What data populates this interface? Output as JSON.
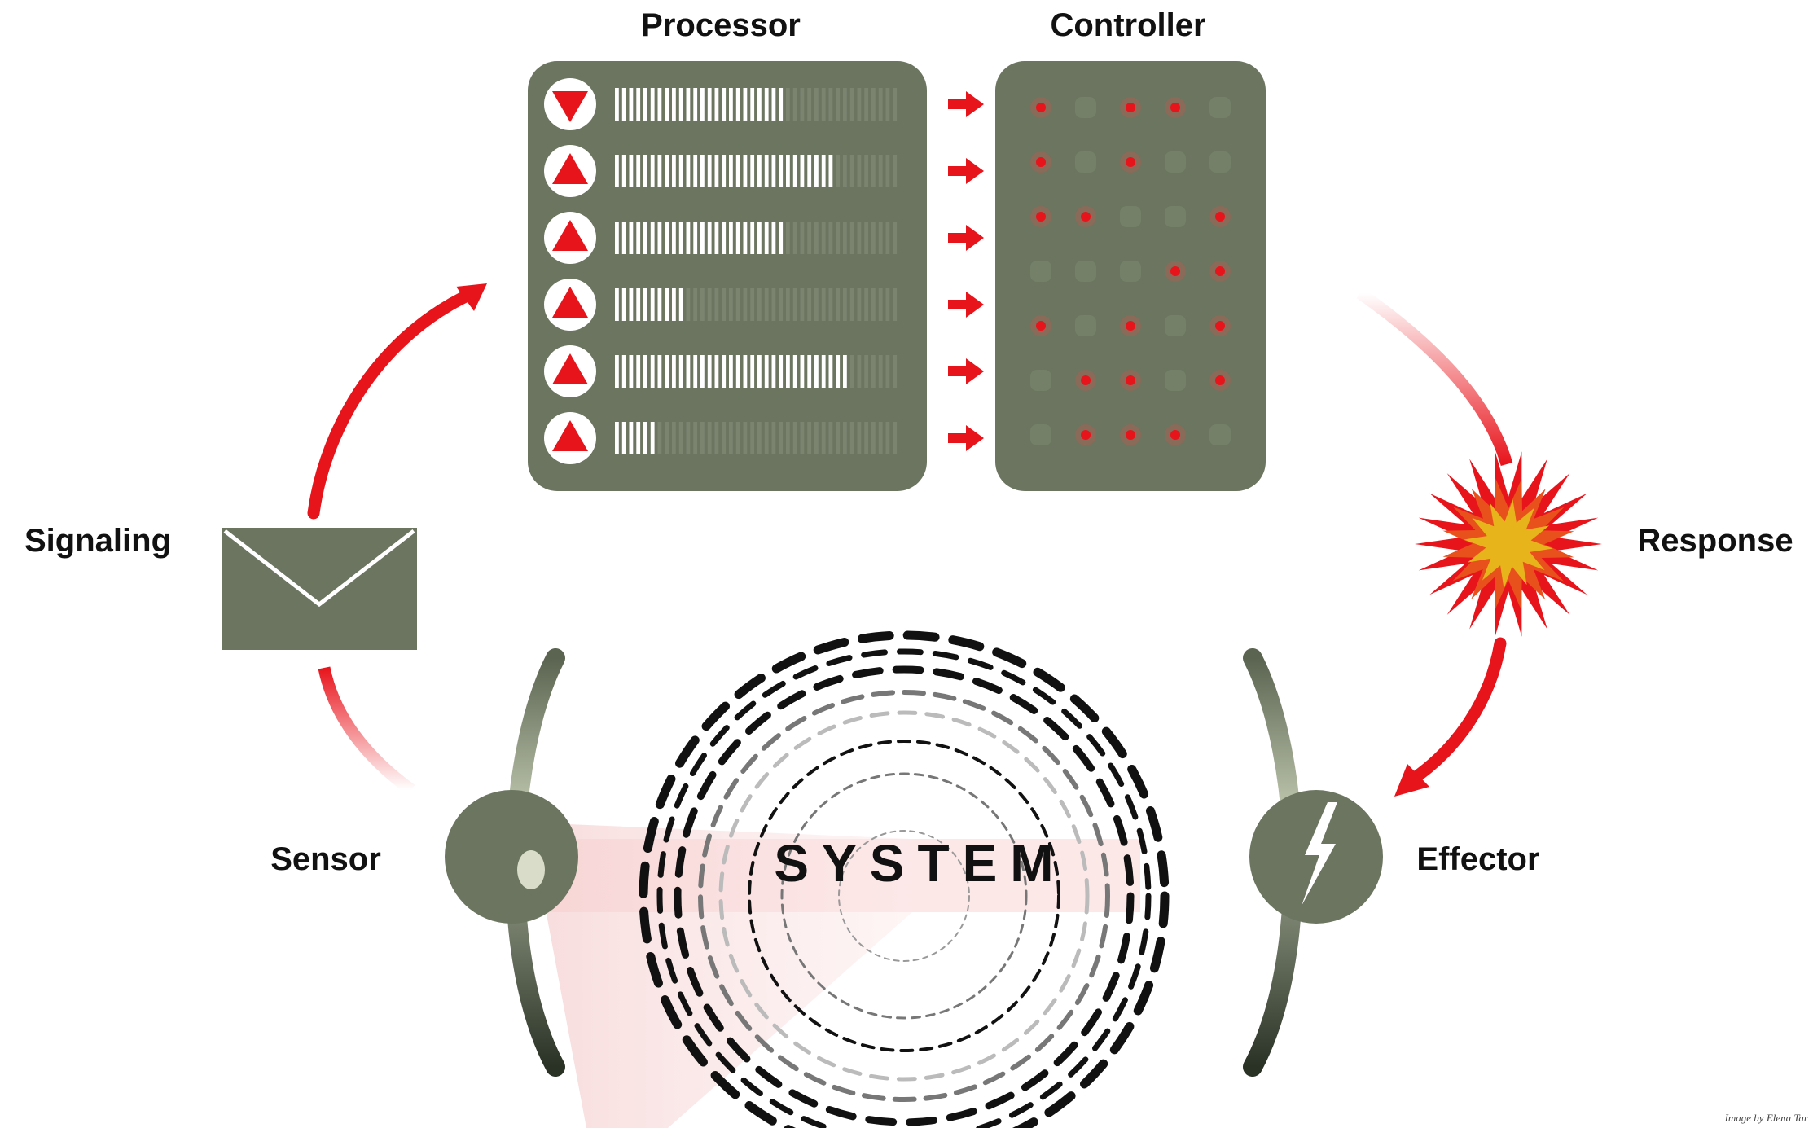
{
  "labels": {
    "processor": "Processor",
    "controller": "Controller",
    "signaling": "Signaling",
    "response": "Response",
    "sensor": "Sensor",
    "effector": "Effector",
    "system": "SYSTEM"
  },
  "credit": "Image by Elena Tar",
  "processor_rows": [
    {
      "fill": 0.6,
      "symbol": "down-triangle-icon"
    },
    {
      "fill": 0.78,
      "symbol": "up-triangle-icon"
    },
    {
      "fill": 0.6,
      "symbol": "up-triangle-icon"
    },
    {
      "fill": 0.24,
      "symbol": "up-triangle-icon"
    },
    {
      "fill": 0.83,
      "symbol": "up-triangle-icon"
    },
    {
      "fill": 0.16,
      "symbol": "up-triangle-icon"
    }
  ],
  "controller_grid": [
    [
      1,
      0,
      1,
      1,
      0
    ],
    [
      1,
      0,
      1,
      0,
      0
    ],
    [
      1,
      1,
      0,
      0,
      1
    ],
    [
      0,
      0,
      0,
      1,
      1
    ],
    [
      1,
      0,
      1,
      0,
      1
    ],
    [
      0,
      1,
      1,
      0,
      1
    ],
    [
      0,
      1,
      1,
      1,
      0
    ]
  ],
  "colors": {
    "panel": "#6b7560",
    "panel_dark": "#3d4638",
    "accent_red": "#e8141c",
    "burst_orange": "#e8501c",
    "burst_yellow": "#e8b41c",
    "system_tint": "#fce8e8"
  },
  "icons": {
    "envelope": "envelope-icon",
    "burst": "starburst-icon",
    "lightning": "lightning-bolt-icon",
    "lens": "sensor-lens-icon",
    "arrow": "red-arrow-icon"
  }
}
